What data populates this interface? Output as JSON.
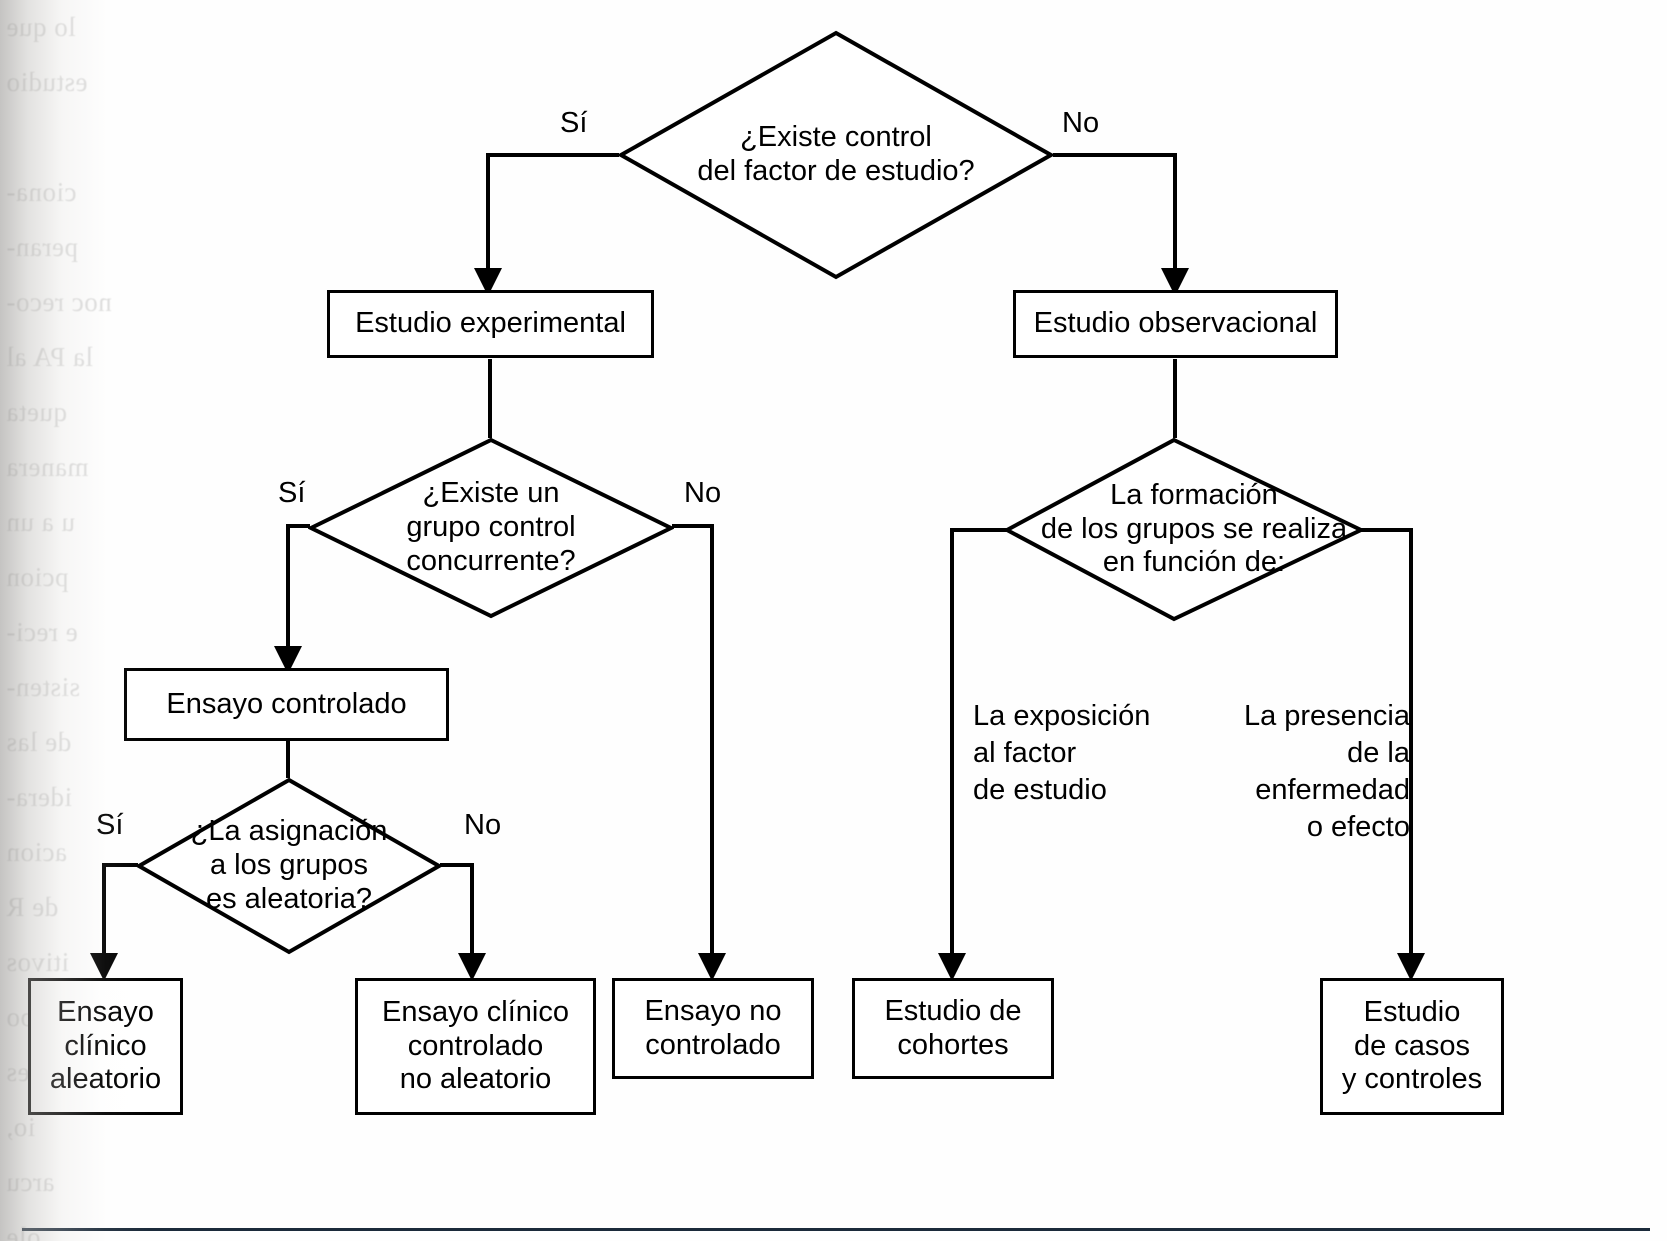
{
  "diagram": {
    "title": "Clasificacion de los tipos de estudio epidemiologico",
    "language": "es",
    "stroke_color": "#000000",
    "background_color": "#fefefe",
    "bleed_through_text": "lo que\nestudio\n\nciona-\nperan-\nnoc reco-\nla PA al\nqueta\nmanera\nu a un\npcion\ne reci-\nsisten-\nde las\nidera-\nacion\nde R\nitivos\nhabo\nves\nio,\narcu\nole"
  },
  "nodes": {
    "q_control": {
      "type": "decision",
      "text": "¿Existe control\ndel factor de estudio?"
    },
    "experimental": {
      "type": "process",
      "text": "Estudio experimental"
    },
    "observational": {
      "type": "process",
      "text": "Estudio observacional"
    },
    "q_grupo_control": {
      "type": "decision",
      "text": "¿Existe un\ngrupo control\nconcurrente?"
    },
    "q_formacion": {
      "type": "decision",
      "text": "La formación\nde los grupos se realiza\nen función de:"
    },
    "ensayo_controlado": {
      "type": "process",
      "text": "Ensayo controlado"
    },
    "q_aleatoria": {
      "type": "decision",
      "text": "¿La asignación\na los grupos\nes aleatoria?"
    },
    "ensayo_clinico_aleatorio": {
      "type": "terminal",
      "text": "Ensayo\nclínico\naleatorio"
    },
    "ensayo_clinico_no_aleatorio": {
      "type": "terminal",
      "text": "Ensayo clínico\ncontrolado\nno aleatorio"
    },
    "ensayo_no_controlado": {
      "type": "terminal",
      "text": "Ensayo no\ncontrolado"
    },
    "estudio_cohortes": {
      "type": "terminal",
      "text": "Estudio de\ncohortes"
    },
    "estudio_casos_controles": {
      "type": "terminal",
      "text": "Estudio\nde casos\ny controles"
    }
  },
  "edge_labels": {
    "control_si": "Sí",
    "control_no": "No",
    "grupo_si": "Sí",
    "grupo_no": "No",
    "aleatoria_si": "Sí",
    "aleatoria_no": "No"
  },
  "notes": {
    "exposicion": "La exposición\nal factor\nde estudio",
    "presencia": "La presencia\nde la\nenfermedad\no efecto"
  }
}
